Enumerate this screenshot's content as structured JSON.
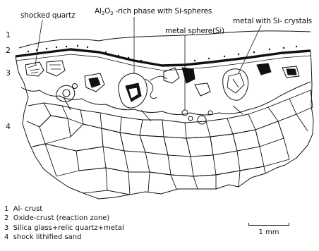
{
  "labels": {
    "shocked_quartz": "shocked quartz",
    "al2o3_pre": "Al",
    "al2o3_sub1": "2",
    "al2o3_mid": "O",
    "al2o3_sub2": "3",
    "al2o3_post": " -rich phase with Si-spheres",
    "metal_sphere": "metal sphere(Si)",
    "metal_crystals": "metal with Si- crystals"
  },
  "layer_numbers": [
    "1",
    "2",
    "3",
    "4"
  ],
  "legend": [
    {
      "num": "1",
      "text": "Al- crust"
    },
    {
      "num": "2",
      "text": "Oxide-crust (reaction zone)"
    },
    {
      "num": "3",
      "text": "Silica glass+relic quartz+metal"
    },
    {
      "num": "4",
      "text": "shock lithified sand"
    }
  ],
  "scale_label": "1 mm",
  "colors": {
    "ink": "#111111",
    "paper": "#ffffff"
  }
}
